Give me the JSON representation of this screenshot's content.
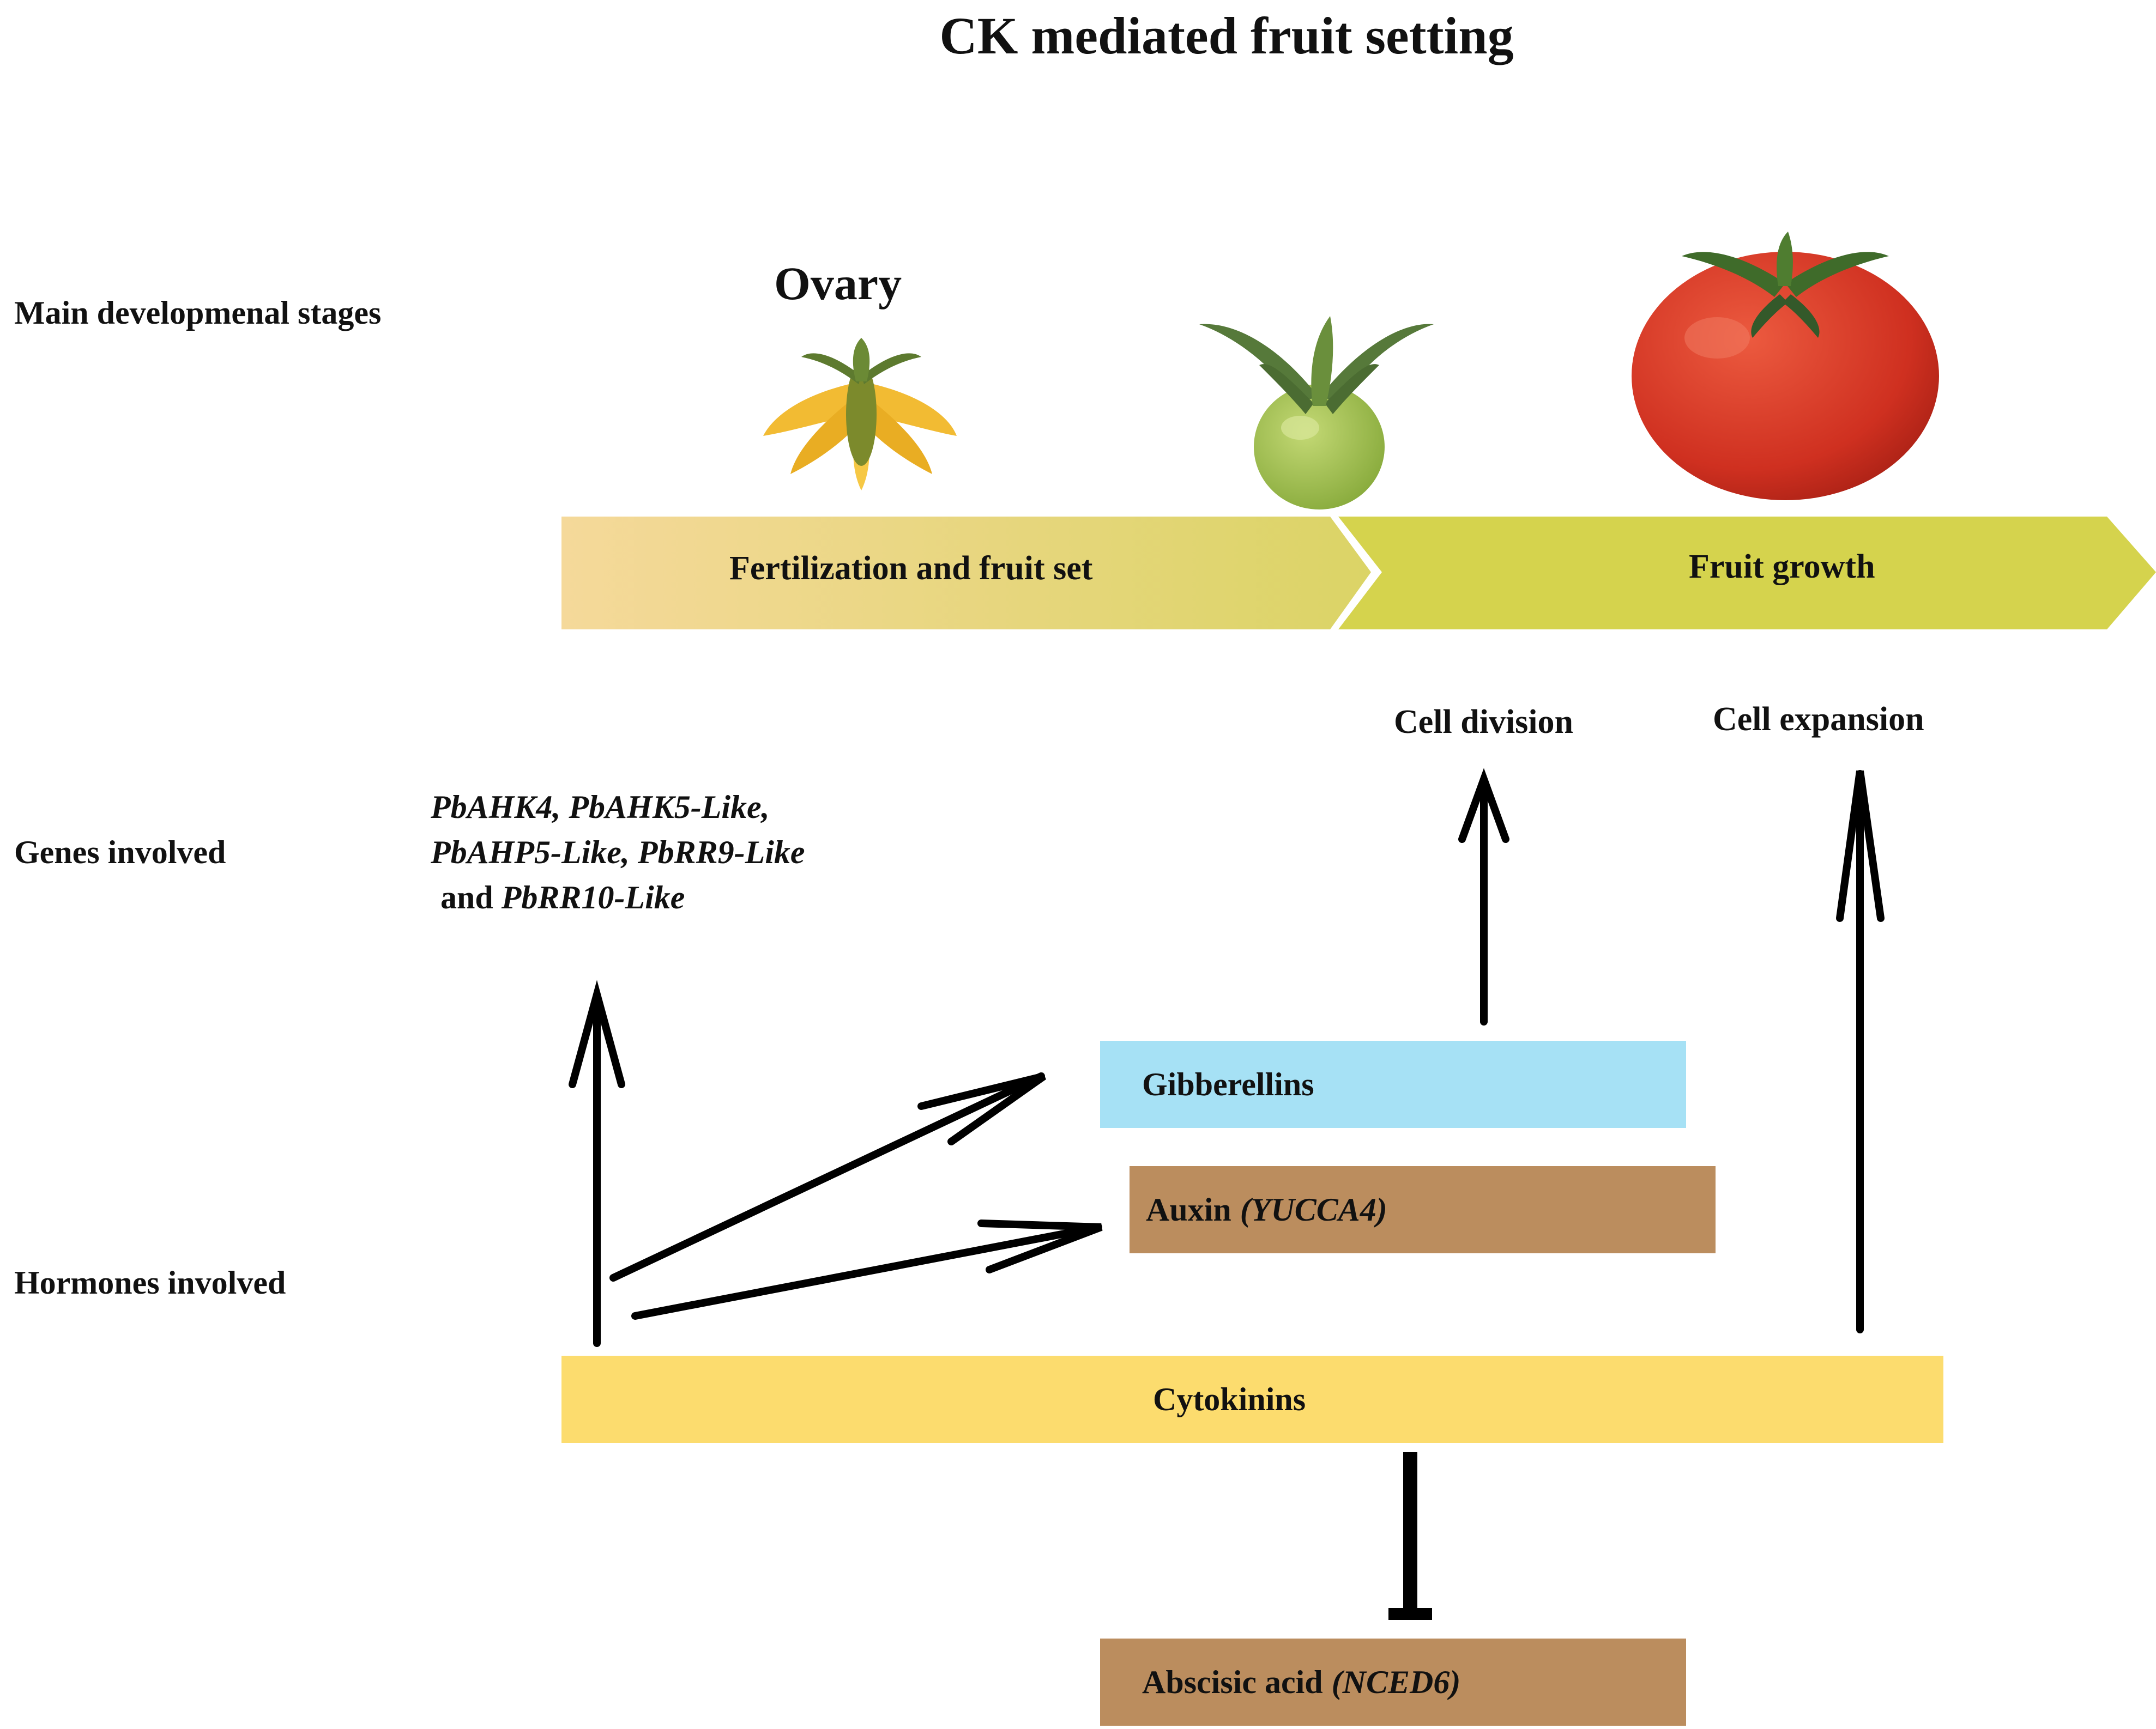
{
  "title": "CK mediated fruit setting",
  "row_labels": {
    "stages": "Main  developmenal  stages",
    "genes": "Genes involved",
    "hormones": "Hormones involved"
  },
  "ovary_label": "Ovary",
  "stages": {
    "stage1": "Fertilization and fruit set",
    "stage2": "Fruit growth"
  },
  "outcomes": {
    "division": "Cell division",
    "expansion": "Cell expansion"
  },
  "genes": {
    "line1": "PbAHK4, PbAHK5-Like,",
    "line2": "PbAHP5-Like, PbRR9-Like",
    "and": "and",
    "line3_gene": "PbRR10-Like"
  },
  "hormones": {
    "gibberellins": "Gibberellins",
    "auxin": "Auxin",
    "auxin_gene": "(YUCCA4)",
    "cytokinins": "Cytokinins",
    "aba": "Abscisic acid",
    "aba_gene": "(NCED6)"
  },
  "colors": {
    "gibberellins": "#a6e1f5",
    "auxin": "#bb8d5e",
    "cytokinins": "#fcdc6e",
    "aba": "#bb8d5e",
    "stage1_start": "#f5d99a",
    "stage1_end": "#dbd466",
    "stage2": "#d5d34d"
  },
  "icons": [
    "flower-ovary-icon",
    "green-tomato-icon",
    "red-tomato-icon"
  ]
}
